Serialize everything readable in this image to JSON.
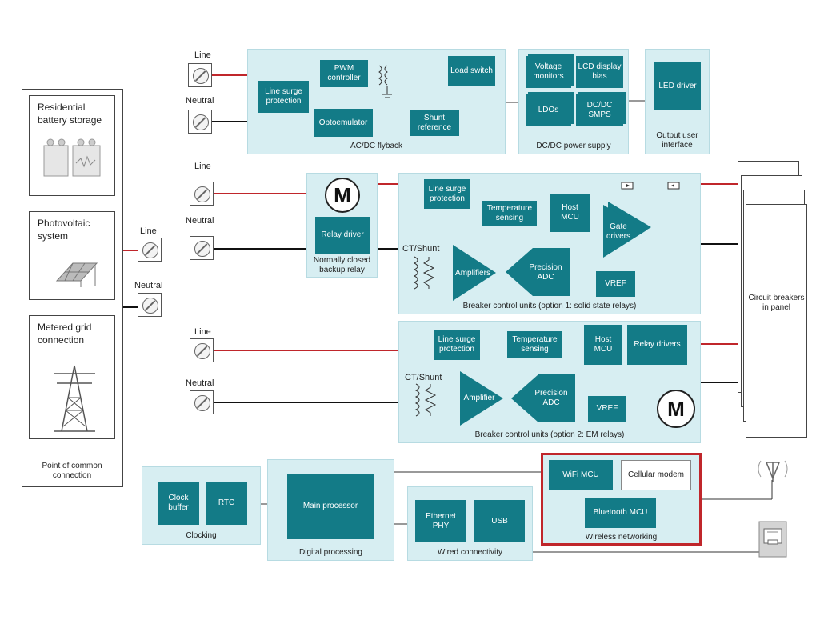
{
  "sources": {
    "battery": "Residential battery storage",
    "pv": "Photovoltaic system",
    "grid": "Metered grid connection",
    "pcc": "Point of common connection"
  },
  "terminals": {
    "line": "Line",
    "neutral": "Neutral"
  },
  "acdc": {
    "caption": "AC/DC flyback",
    "line_surge": "Line surge protection",
    "pwm": "PWM controller",
    "optoemulator": "Optoemulator",
    "shunt_ref": "Shunt reference",
    "load_switch": "Load switch"
  },
  "dcdc": {
    "caption": "DC/DC power supply",
    "voltage_monitors": "Voltage monitors",
    "lcd_bias": "LCD display bias",
    "ldos": "LDOs",
    "smps": "DC/DC SMPS"
  },
  "output_ui": {
    "caption": "Output user interface",
    "led_driver": "LED driver"
  },
  "relay": {
    "caption": "Normally closed backup relay",
    "driver": "Relay driver",
    "motor": "M"
  },
  "bcu1": {
    "caption": "Breaker control units (option 1: solid state relays)",
    "line_surge": "Line surge protection",
    "temp": "Temperature sensing",
    "host": "Host MCU",
    "gate": "Gate drivers",
    "amplifiers": "Amplifiers",
    "adc": "Precision ADC",
    "vref": "VREF",
    "ct": "CT/Shunt"
  },
  "bcu2": {
    "caption": "Breaker control units (option 2: EM relays)",
    "line_surge": "Line surge protection",
    "temp": "Temperature sensing",
    "host": "Host MCU",
    "relay_drivers": "Relay drivers",
    "amplifier": "Amplifier",
    "adc": "Precision ADC",
    "vref": "VREF",
    "ct": "CT/Shunt",
    "motor": "M"
  },
  "panel": {
    "label": "Circuit breakers in panel"
  },
  "clocking": {
    "caption": "Clocking",
    "clock_buffer": "Clock buffer",
    "rtc": "RTC"
  },
  "digital": {
    "caption": "Digital processing",
    "main": "Main processor"
  },
  "wired": {
    "caption": "Wired connectivity",
    "ethernet": "Ethernet PHY",
    "usb": "USB"
  },
  "wireless": {
    "caption": "Wireless networking",
    "wifi": "WiFi MCU",
    "cellular": "Cellular modem",
    "bluetooth": "Bluetooth MCU"
  },
  "colors": {
    "block": "#137b87",
    "region": "#d7eef2",
    "line_wire": "#c0262b",
    "wireless_border": "#c0262b"
  }
}
